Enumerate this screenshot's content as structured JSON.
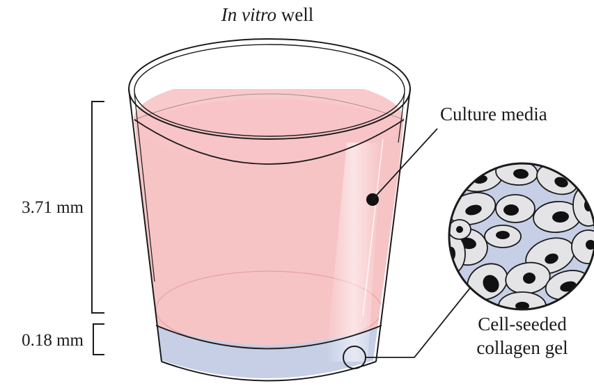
{
  "title_italic": "In vitro",
  "title_rest": " well",
  "labels": {
    "culture_media": "Culture media",
    "gel_line1": "Cell-seeded",
    "gel_line2": "collagen gel"
  },
  "dimensions": {
    "media_height": "3.71 mm",
    "gel_height": "0.18 mm"
  },
  "colors": {
    "media": "#f7c4c6",
    "gel": "#c6cfe6",
    "outline": "#1a1a1a",
    "cell_fill": "#e4e4e6",
    "nucleus": "#111111"
  }
}
